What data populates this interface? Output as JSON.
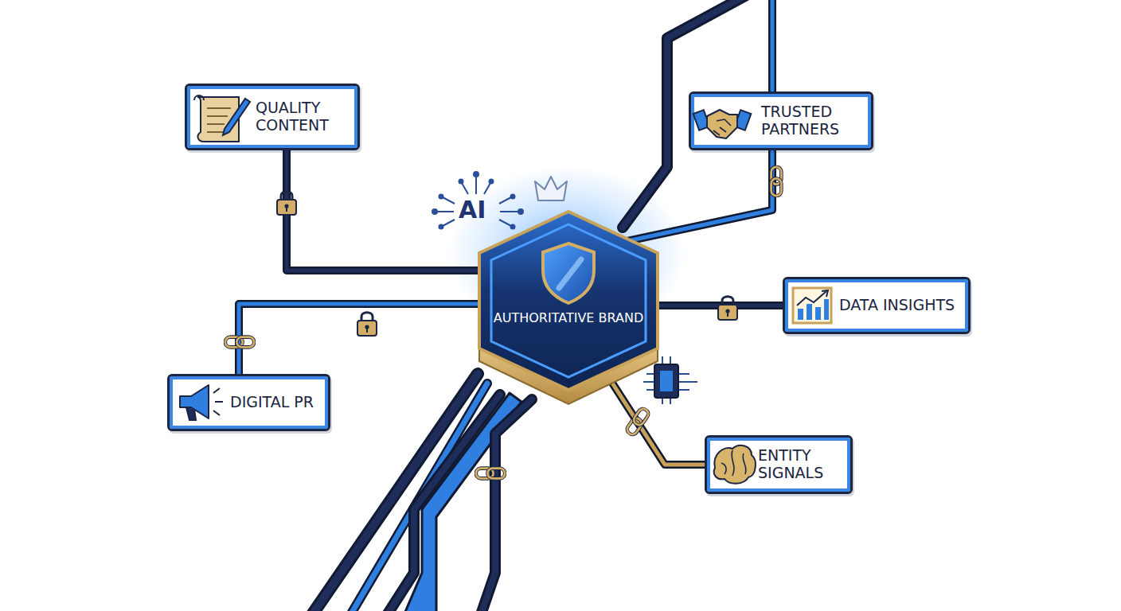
{
  "diagram": {
    "nodes": [
      {
        "text": [
          "QUALITY CONTENT"
        ]
      },
      {
        "text": [
          "TRUSTED PARTNERS"
        ]
      },
      {
        "text": [
          "AUTHORITATIVE BRAND"
        ]
      },
      {
        "text": [
          "DATA INSIGHTS"
        ]
      },
      {
        "text": [
          "DIGITAL PR"
        ]
      },
      {
        "text": [
          "ENTITY SIGNALS"
        ]
      }
    ],
    "edges": [
      {
        "from": 0,
        "to": 2,
        "arrow": "none"
      },
      {
        "from": 1,
        "to": 2,
        "arrow": "none"
      },
      {
        "from": 3,
        "to": 2,
        "arrow": "none"
      },
      {
        "from": 4,
        "to": 2,
        "arrow": "none"
      },
      {
        "from": 5,
        "to": 2,
        "arrow": "none"
      }
    ],
    "labels": [
      "AI"
    ]
  }
}
